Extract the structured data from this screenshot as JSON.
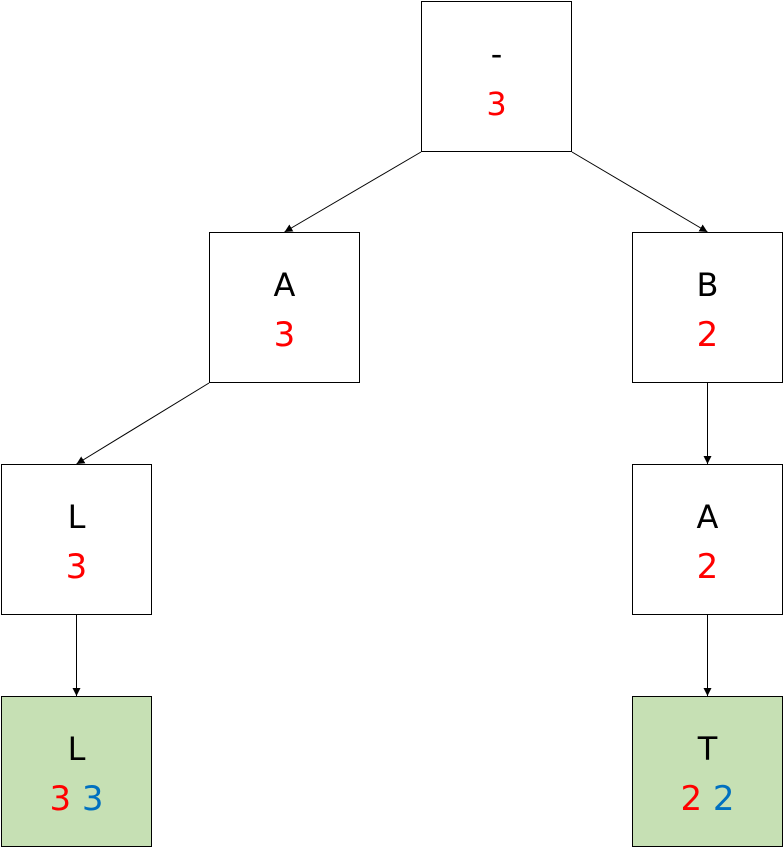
{
  "tree": {
    "nodes": {
      "root": {
        "char": "-",
        "count": "3"
      },
      "a1": {
        "char": "A",
        "count": "3"
      },
      "b": {
        "char": "B",
        "count": "2"
      },
      "l1": {
        "char": "L",
        "count": "3"
      },
      "a2": {
        "char": "A",
        "count": "2"
      },
      "l2": {
        "char": "L",
        "count": "3",
        "count2": "3"
      },
      "t": {
        "char": "T",
        "count": "2",
        "count2": "2"
      }
    },
    "edges": [
      [
        "root",
        "a1"
      ],
      [
        "root",
        "b"
      ],
      [
        "a1",
        "l1"
      ],
      [
        "b",
        "a2"
      ],
      [
        "l1",
        "l2"
      ],
      [
        "a2",
        "t"
      ]
    ]
  },
  "colors": {
    "count": "#ff0000",
    "terminal_count": "#0070c0",
    "leaf_fill": "#c6e0b4",
    "border": "#000000"
  }
}
